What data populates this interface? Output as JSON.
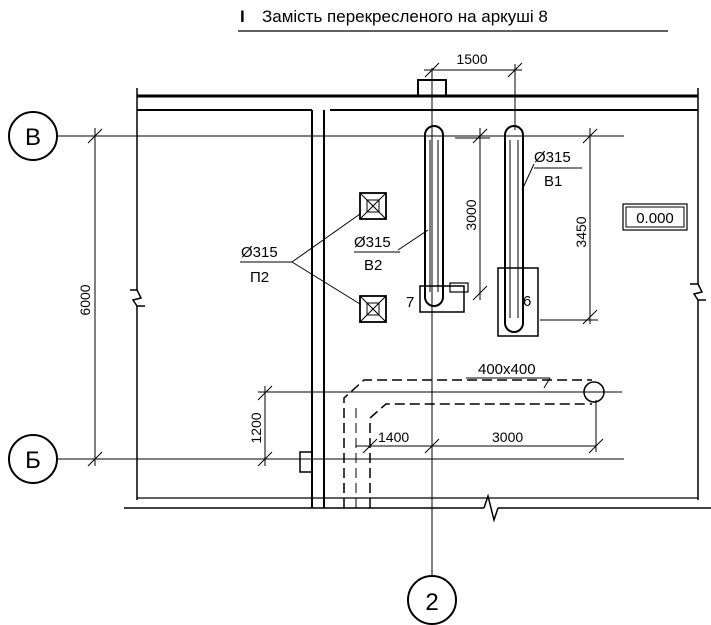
{
  "title": {
    "marker": "I",
    "text": "Замість перекресленого на аркуші 8"
  },
  "axes": {
    "row_top": "В",
    "row_bottom": "Б",
    "column": "2"
  },
  "dimensions": {
    "top_span": "1500",
    "left_height": "6000",
    "shaft_v2_height": "3000",
    "shaft_v1_height": "3450",
    "duct_offset_y": "1200",
    "duct_left": "1400",
    "duct_right": "3000"
  },
  "ducts": {
    "v1_diameter": "Ø315",
    "v1_label": "В1",
    "v2_diameter": "Ø315",
    "v2_label": "В2",
    "p2_diameter": "Ø315",
    "p2_label": "П2",
    "duct_size": "400х400"
  },
  "equipment": {
    "unit_7": "7",
    "unit_6": "6"
  },
  "level_mark": "0.000"
}
